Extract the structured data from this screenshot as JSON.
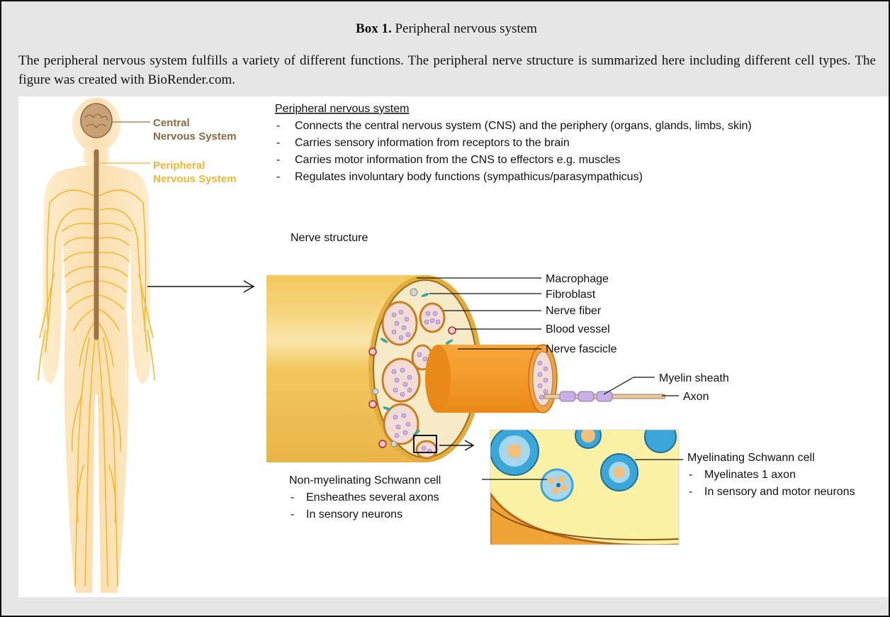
{
  "box": {
    "title_bold": "Box 1.",
    "title_rest": " Peripheral nervous system",
    "intro": "The peripheral nervous system fulfills a variety of different functions. The peripheral nerve structure is summarized here including different cell types. The figure was created with BioRender.com."
  },
  "body_labels": {
    "cns": [
      "Central",
      "Nervous System"
    ],
    "pns": [
      "Peripheral",
      "Nervous System"
    ]
  },
  "pns_info": {
    "heading": "Peripheral nervous system",
    "points": [
      "Connects the central nervous system (CNS) and the periphery (organs, glands, limbs, skin)",
      "Carries sensory information from receptors to the brain",
      "Carries motor information from the CNS to effectors e.g. muscles",
      "Regulates involuntary body functions (sympathicus/parasympathicus)"
    ]
  },
  "nerve": {
    "heading": "Nerve structure",
    "callouts": [
      "Macrophage",
      "Fibroblast",
      "Nerve fiber",
      "Blood vessel",
      "Nerve fascicle"
    ],
    "fiber_callouts": [
      "Myelin sheath",
      "Axon"
    ]
  },
  "schwann": {
    "non_myelinating": {
      "title": "Non-myelinating Schwann cell",
      "points": [
        "Ensheathes several axons",
        "In sensory neurons"
      ]
    },
    "myelinating": {
      "title": "Myelinating Schwann cell",
      "points": [
        "Myelinates 1 axon",
        "In sensory and motor neurons"
      ]
    }
  },
  "colors": {
    "box_bg": "#e6e6e6",
    "cns_label": "#8a6a45",
    "pns_label": "#f2b632",
    "nerve_yellow": "#f0c45a",
    "fiber_orange": "#f39a2a",
    "schwann_blue": "#3aa7d8",
    "axon_purple": "#b8a0d8"
  }
}
